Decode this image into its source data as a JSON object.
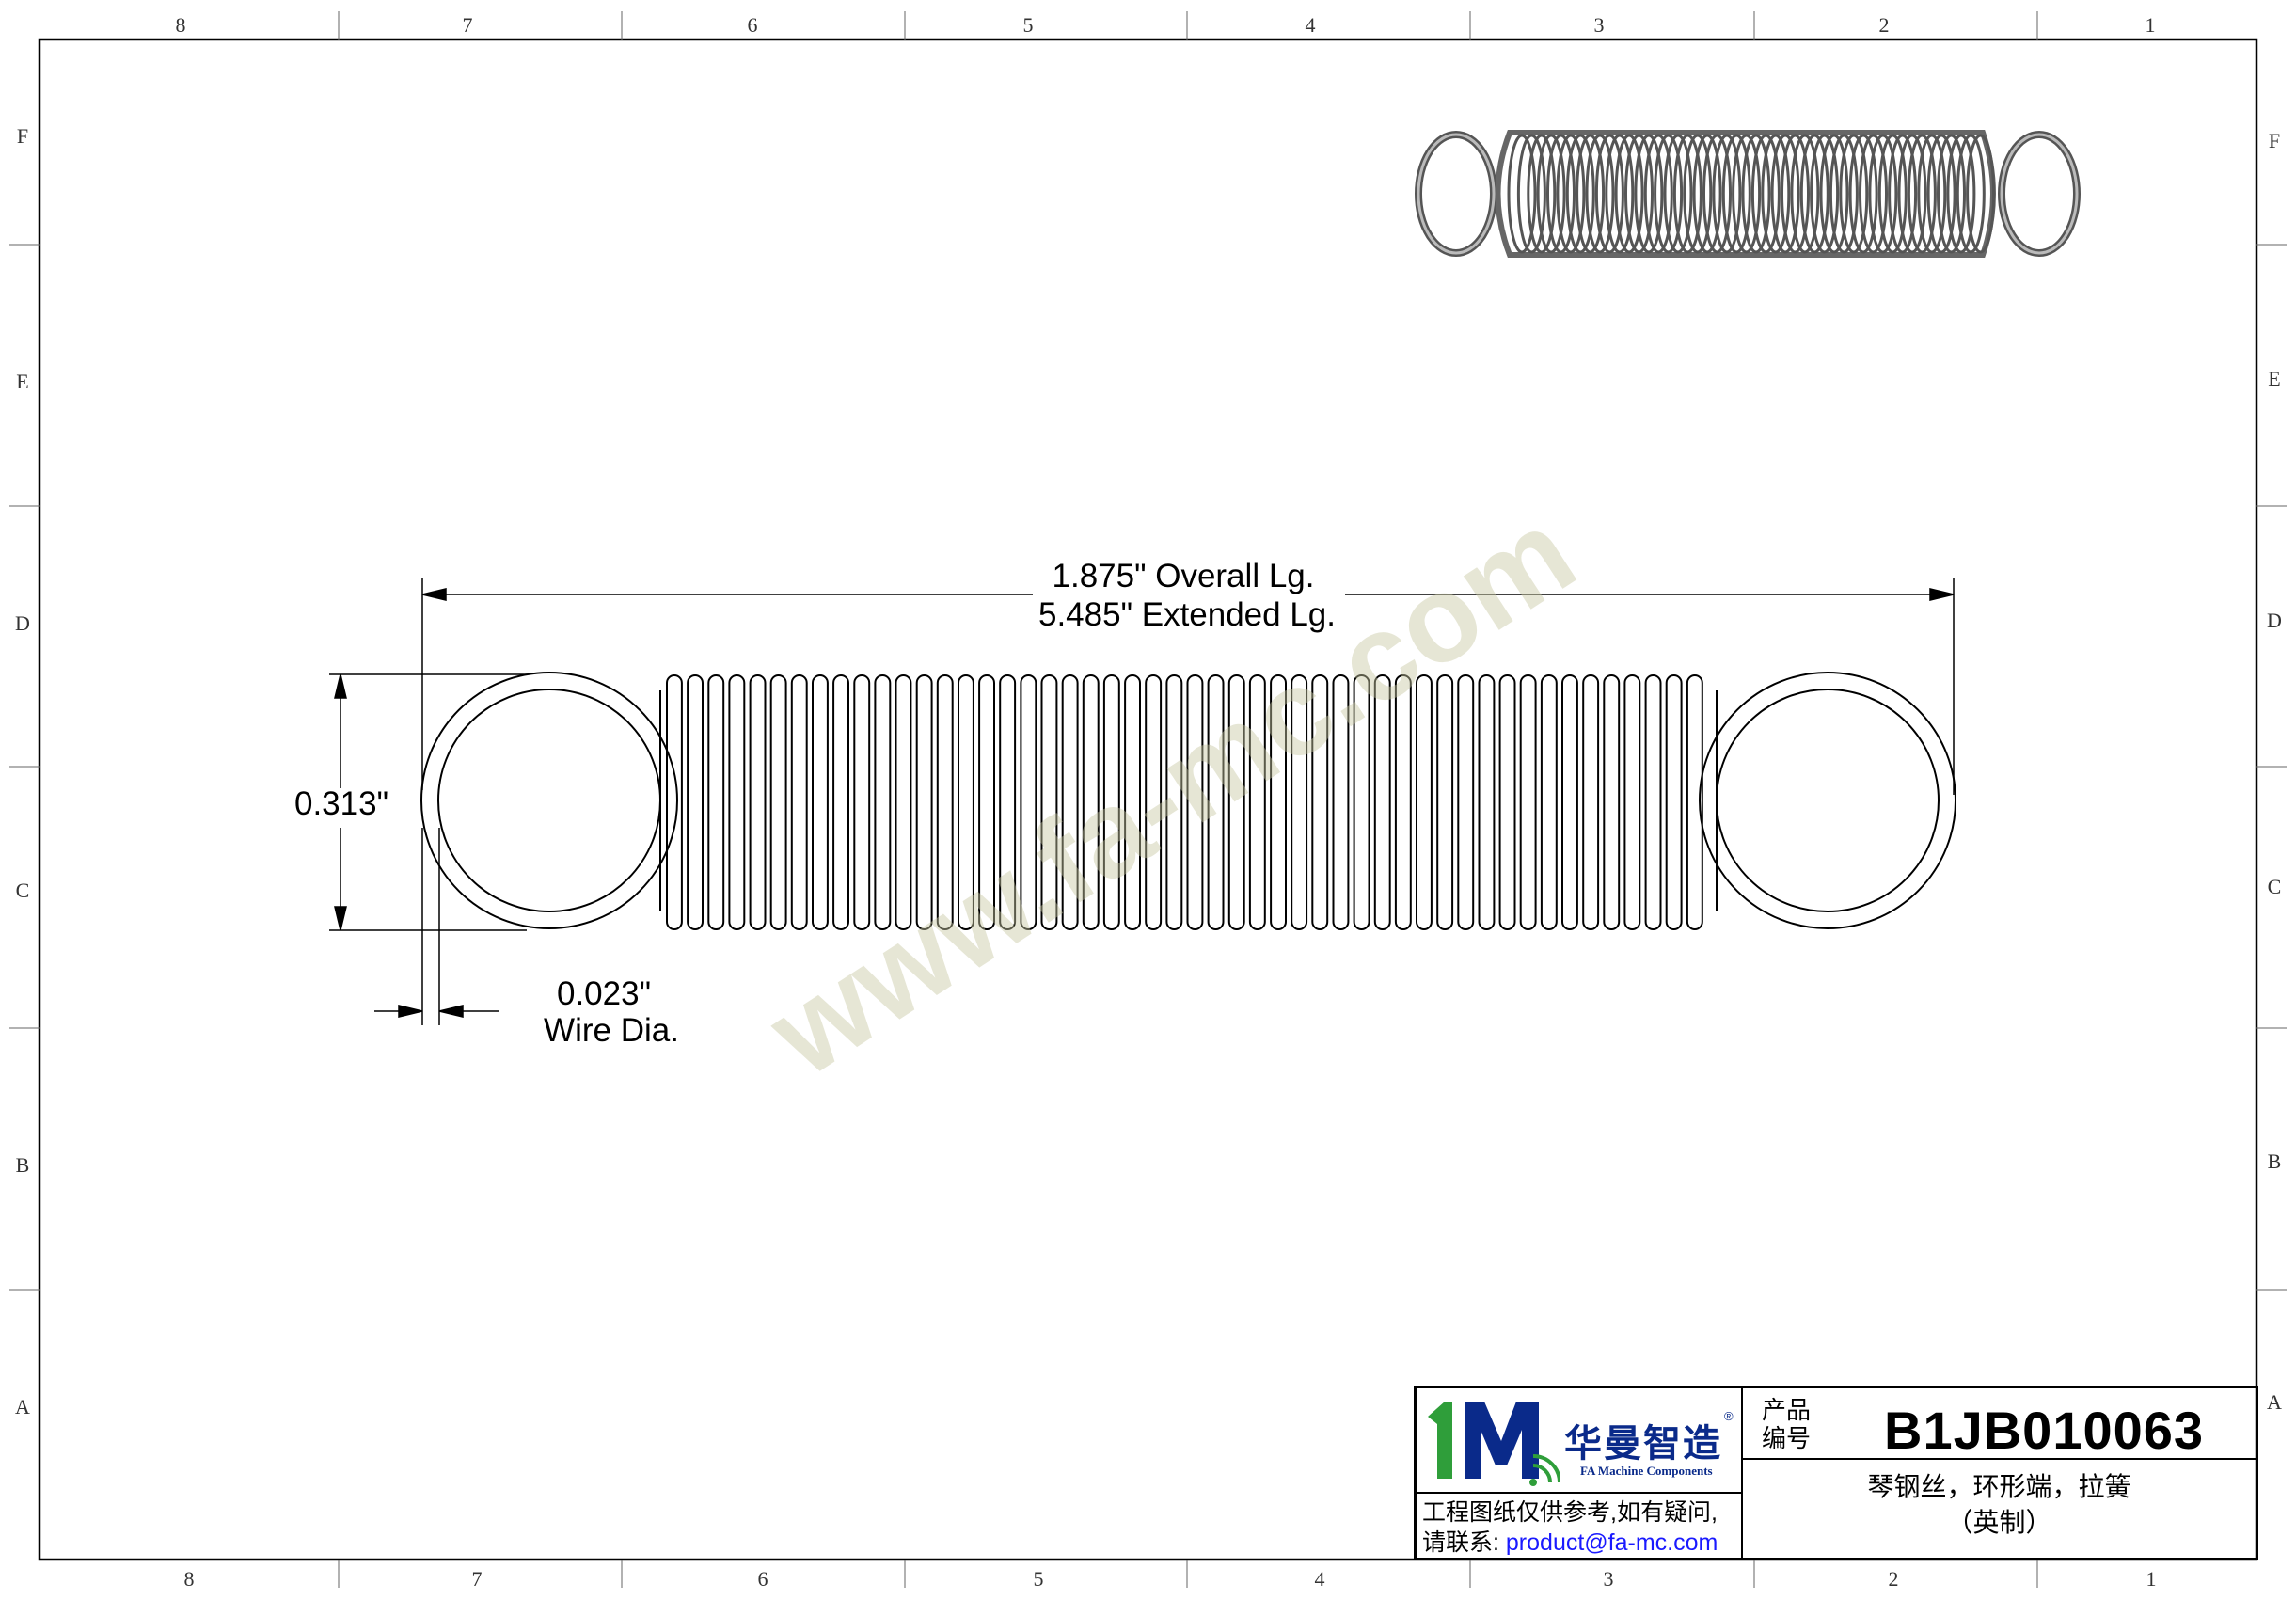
{
  "zones": {
    "top": [
      "8",
      "7",
      "6",
      "5",
      "4",
      "3",
      "2",
      "1"
    ],
    "bottom": [
      "8",
      "7",
      "6",
      "5",
      "4",
      "3",
      "2",
      "1"
    ],
    "left": [
      "F",
      "E",
      "D",
      "C",
      "B",
      "A"
    ],
    "right": [
      "F",
      "E",
      "D",
      "C",
      "B",
      "A"
    ]
  },
  "dimensions": {
    "overall_length": "1.875\" Overall Lg.",
    "extended_length": "5.485\" Extended Lg.",
    "outer_diameter": "0.313\"",
    "wire_diameter": "0.023\"",
    "wire_label": "Wire Dia."
  },
  "watermark": "www.fa-mc.com",
  "title_block": {
    "logo_cn": "华曼智造",
    "logo_en": "FA Machine Components",
    "logo_reg": "®",
    "note_line1": "工程图纸仅供参考,如有疑问,",
    "note_line2_prefix": "请联系:",
    "email": "product@fa-mc.com",
    "pn_label": "产品编号",
    "part_number": "B1JB010063",
    "description_line1": "琴钢丝，环形端，拉簧",
    "description_line2": "（英制）"
  },
  "colors": {
    "logo_green": "#2f9e3a",
    "logo_blue": "#0a2a8a",
    "email_blue": "#1a1aff",
    "watermark": "#c9c9a4"
  }
}
